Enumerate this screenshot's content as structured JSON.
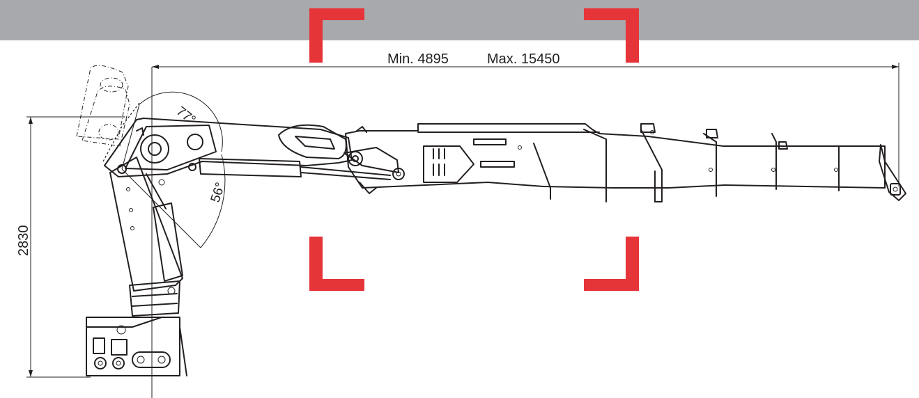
{
  "dimensions": {
    "reach_min": "Min. 4895",
    "reach_max": "Max. 15450",
    "height": "2830"
  },
  "angles": {
    "upper": "77°",
    "lower": "56°"
  },
  "colors": {
    "band": "#a7a9ac",
    "frame_marks": "#e63539",
    "line": "#231f20"
  }
}
